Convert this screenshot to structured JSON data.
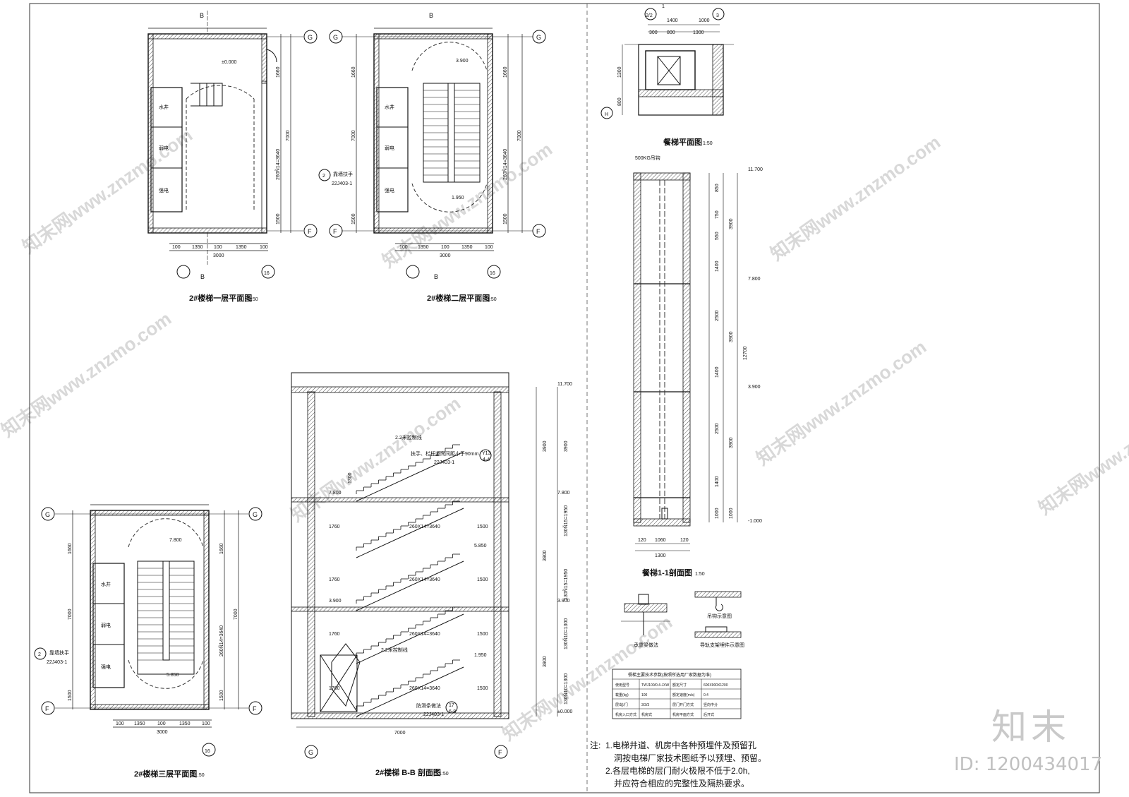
{
  "grid_axes": {
    "B": "B",
    "G": "G",
    "F": "F",
    "axis16": "16",
    "axis3": "3",
    "axisH": "H",
    "axis22": "2/2",
    "axis1": "1"
  },
  "dims": {
    "d100": "100",
    "d1350": "1350",
    "d3000": "3000",
    "d1660": "1660",
    "d1500": "1500",
    "d7000": "7000",
    "d_run": "260Ñ14=3640",
    "d1400": "1400",
    "d300": "300",
    "d800": "800",
    "d1300": "1300",
    "d1000": "1000",
    "d120": "120",
    "d1060": "1060",
    "d850": "850",
    "d750": "750",
    "d550": "550",
    "d3900": "3900",
    "d2500": "2500",
    "d12700": "12700",
    "d1760": "1760",
    "d_flight15": "130Ñ15=1950",
    "d_flight10": "130Ñ10=1300",
    "d_run2": "260X14=3640"
  },
  "levels": {
    "l0": "±0.000",
    "l1950": "1.950",
    "l3900": "3.900",
    "l5850": "5.850",
    "l7800": "7.800",
    "l11700": "11.700",
    "lm1000": "-1.000",
    "l000": "±0.000"
  },
  "rooms": {
    "water": "水井",
    "weak": "弱电",
    "strong": "强电"
  },
  "refs": {
    "atlas": "22J403-1",
    "handrail": "靠墙扶手",
    "handrail_ref": "6-8",
    "note_circle": "2",
    "rail_note": "扶手、栏杆竖向间距小于90mm",
    "rail_id": "Y13",
    "rail_sub": "4-4",
    "noslip": "防滑条做法",
    "noslip_id": "17",
    "line22": "2.2米控制线",
    "machine": "500KG吊钩"
  },
  "titles": {
    "plan1": "2#楼梯一层平面图",
    "plan2": "2#楼梯二层平面图",
    "plan3": "2#楼梯三层平面图",
    "section": "2#楼梯 B-B 剖面图",
    "lift_plan": "餐梯平面图",
    "lift_sec": "餐梯1-1剖面图",
    "scale": "1:50"
  },
  "details": {
    "d1": "承重梁做法",
    "d2": "吊钩示意图",
    "d3": "导轨支架埋件示意图"
  },
  "table": {
    "title": "餐梯主要技术参数(按照所选用厂家数据为准)",
    "rows": [
      [
        "使用型号",
        "TWJ100/0.4-JXW",
        "额定尺寸",
        "600X900X1200"
      ],
      [
        "载重(kg)",
        "100",
        "额定速度(m/s)",
        "0.4"
      ],
      [
        "层/站/门",
        "3/3/3",
        "层门开门方式",
        "竖向中分"
      ],
      [
        "机房入口方式",
        "机房式",
        "机房平面方式",
        "后开式"
      ]
    ]
  },
  "notes": {
    "label": "注:",
    "n1a": "1.电梯井道、机房中各种预埋件及预留孔",
    "n1b": "洞按电梯厂家技术图纸予以预埋、预留。",
    "n2a": "2.各层电梯的层门耐火极限不低于2.0h,",
    "n2b": "并应符合相应的完整性及隔热要求。"
  },
  "brand": {
    "logo": "知末",
    "id": "ID: 1200434017",
    "watermark": "知末网www.znzmo.com"
  }
}
